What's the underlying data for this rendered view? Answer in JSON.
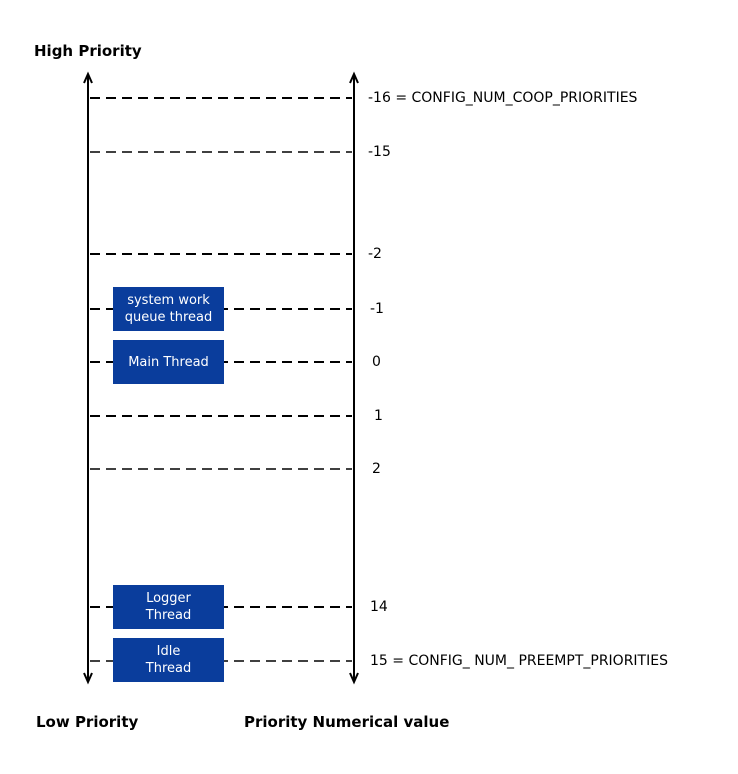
{
  "labels": {
    "top_left": "High Priority",
    "bottom_left": "Low Priority",
    "bottom_right": "Priority Numerical value"
  },
  "levels": [
    {
      "label": "-16 = CONFIG_NUM_COOP_PRIORITIES"
    },
    {
      "label": "-15"
    },
    {
      "label": "-2"
    },
    {
      "label": "-1"
    },
    {
      "label": "0"
    },
    {
      "label": "1"
    },
    {
      "label": "2"
    },
    {
      "label": "14"
    },
    {
      "label": "15 = CONFIG_ NUM_ PREEMPT_PRIORITIES"
    }
  ],
  "threads": [
    {
      "name": "system work queue thread"
    },
    {
      "name": "Main Thread"
    },
    {
      "name": "Logger Thread"
    },
    {
      "name": "Idle Thread"
    }
  ],
  "colors": {
    "thread_box": "#0a3d9c",
    "lines": "#000000"
  }
}
